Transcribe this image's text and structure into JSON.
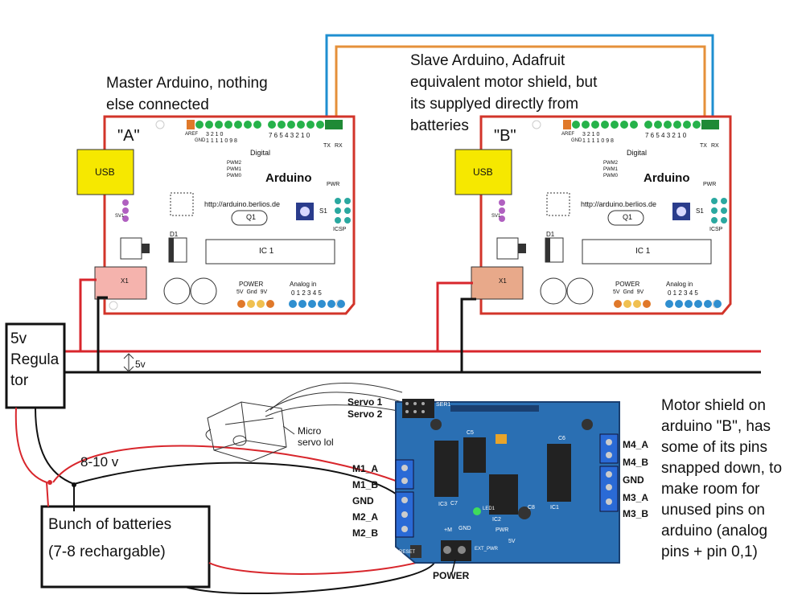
{
  "notes": {
    "master": "Master Arduino, nothing\nelse connected",
    "slave": "Slave Arduino, Adafruit\nequivalent motor shield, but\nits supplyed directly from\nbatteries",
    "shield_note": "Motor shield on\narduino \"B\", has\nsome of its pins\nsnapped down, to\nmake room for\nunused pins on\narduino (analog\npins + pin 0,1)",
    "regulator": "5v\nRegula\ntor",
    "batteries_line1": "Bunch of batteries",
    "batteries_line2": "(7-8 rechargable)",
    "voltage_rail": "5v",
    "voltage_batt": "8-10 v",
    "servo": "Micro\nservo lol"
  },
  "arduino_a": {
    "letter": "\"A\"",
    "brand": "Arduino",
    "url": "http://arduino.berlios.de",
    "usb": "USB",
    "digital": "Digital",
    "ic": "IC 1",
    "q1": "Q1",
    "s1": "S1",
    "x1": "X1",
    "d1": "D1",
    "icsp": "ICSP",
    "pwr": "PWR",
    "power": "POWER",
    "analog": "Analog in",
    "power_pins": "5V  Gnd  9V",
    "analog_pins": "0 1 2 3 4 5",
    "aref": "AREF",
    "gnd": "GND",
    "tx": "TX",
    "rx": "RX",
    "pwm2": "PWM2",
    "pwm1": "PWM1",
    "pwm0": "PWM0",
    "sv1": "SV1",
    "digital_hi": "1 1 1 1 0 9 8",
    "digital_hi2": "3 2 1 0",
    "digital_lo": "7 6 5 4 3 2 1 0"
  },
  "arduino_b": {
    "letter": "\"B\"",
    "brand": "Arduino",
    "url": "http://arduino.berlios.de",
    "usb": "USB",
    "digital": "Digital",
    "ic": "IC 1",
    "q1": "Q1",
    "s1": "S1",
    "x1": "X1",
    "d1": "D1",
    "icsp": "ICSP",
    "pwr": "PWR",
    "power": "POWER",
    "analog": "Analog in",
    "power_pins": "5V  Gnd  9V",
    "analog_pins": "0 1 2 3 4 5",
    "aref": "AREF",
    "gnd": "GND",
    "tx": "TX",
    "rx": "RX",
    "pwm2": "PWM2",
    "pwm1": "PWM1",
    "pwm0": "PWM0",
    "sv1": "SV1",
    "digital_hi": "1 1 1 1 0 9 8",
    "digital_hi2": "3 2 1 0",
    "digital_lo": "7 6 5 4 3 2 1 0"
  },
  "shield": {
    "servo1": "Servo 1",
    "servo2": "Servo 2",
    "left_pins": [
      "M1_A",
      "M1_B",
      "GND",
      "M2_A",
      "M2_B"
    ],
    "right_pins": [
      "M4_A",
      "M4_B",
      "GND",
      "M3_A",
      "M3_B"
    ],
    "power": "POWER",
    "ser1": "SER1",
    "ic3": "IC3",
    "ic2": "IC2",
    "ic1": "IC1",
    "c5": "C5",
    "c6": "C6",
    "c7": "C7",
    "c8": "C8",
    "led1": "LED1",
    "pwr": "PWR",
    "gnd_m": "GND",
    "ext_pwr": "EXT_PWR",
    "rst": "RESET",
    "m_plus": "+M",
    "v5": "5V"
  },
  "colors": {
    "red_wire": "#d8262c",
    "black_wire": "#111111",
    "blue_wire": "#1f8fd0",
    "orange_wire": "#e5903a",
    "board_border": "#d2342a",
    "pin_green": "#26b24a",
    "pin_orange": "#e0792a",
    "pin_blue": "#2f8fd0",
    "pin_yellow": "#f0c050",
    "usb_yellow": "#f6e800",
    "shield_blue": "#2a6fb3",
    "terminal_blue": "#2a6ad6"
  }
}
